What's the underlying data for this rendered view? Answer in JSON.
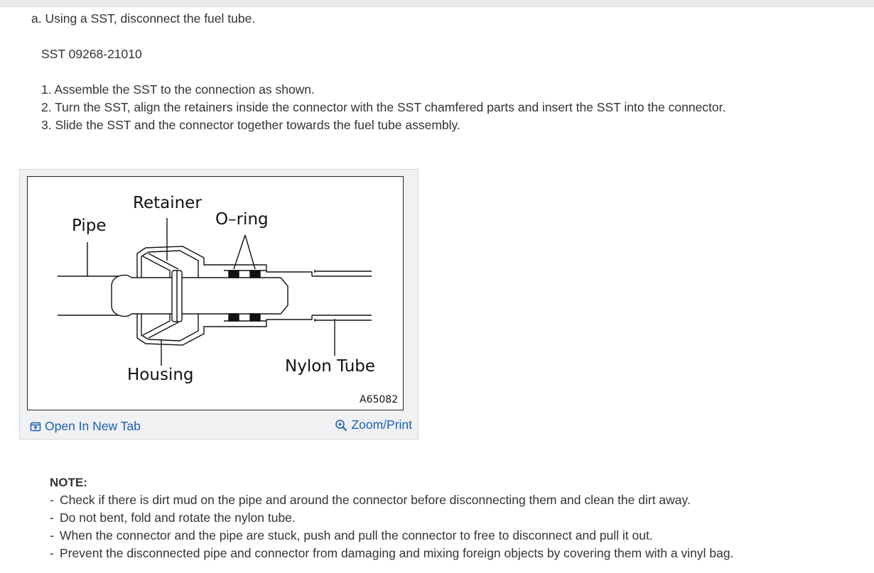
{
  "instructions": {
    "step_a": "a. Using a SST, disconnect the fuel tube.",
    "sst_number": "SST 09268-21010",
    "steps": [
      "1. Assemble the SST to the connection as shown.",
      "2. Turn the SST, align the retainers inside the connector with the SST chamfered parts and insert the SST into the connector.",
      "3. Slide the SST and the connector together towards the fuel tube assembly."
    ]
  },
  "figure": {
    "labels": {
      "pipe": "Pipe",
      "retainer": "Retainer",
      "oring": "O–ring",
      "housing": "Housing",
      "nylon_tube": "Nylon Tube"
    },
    "code": "A65082",
    "open_link": "Open In New Tab",
    "zoom_link": "Zoom/Print",
    "icons": {
      "open": "open-in-new-tab-icon",
      "zoom": "zoom-in-icon"
    },
    "link_color": "#1a5fb4"
  },
  "note": {
    "title": "NOTE:",
    "items": [
      "Check if there is dirt mud on the pipe and around the connector before disconnecting them and clean the dirt away.",
      "Do not bent, fold and rotate the nylon tube.",
      "When the connector and the pipe are stuck, push and pull the connector to free to disconnect and pull it out.",
      "Prevent the disconnected pipe and connector from damaging and mixing foreign objects by covering them with a vinyl bag."
    ]
  }
}
